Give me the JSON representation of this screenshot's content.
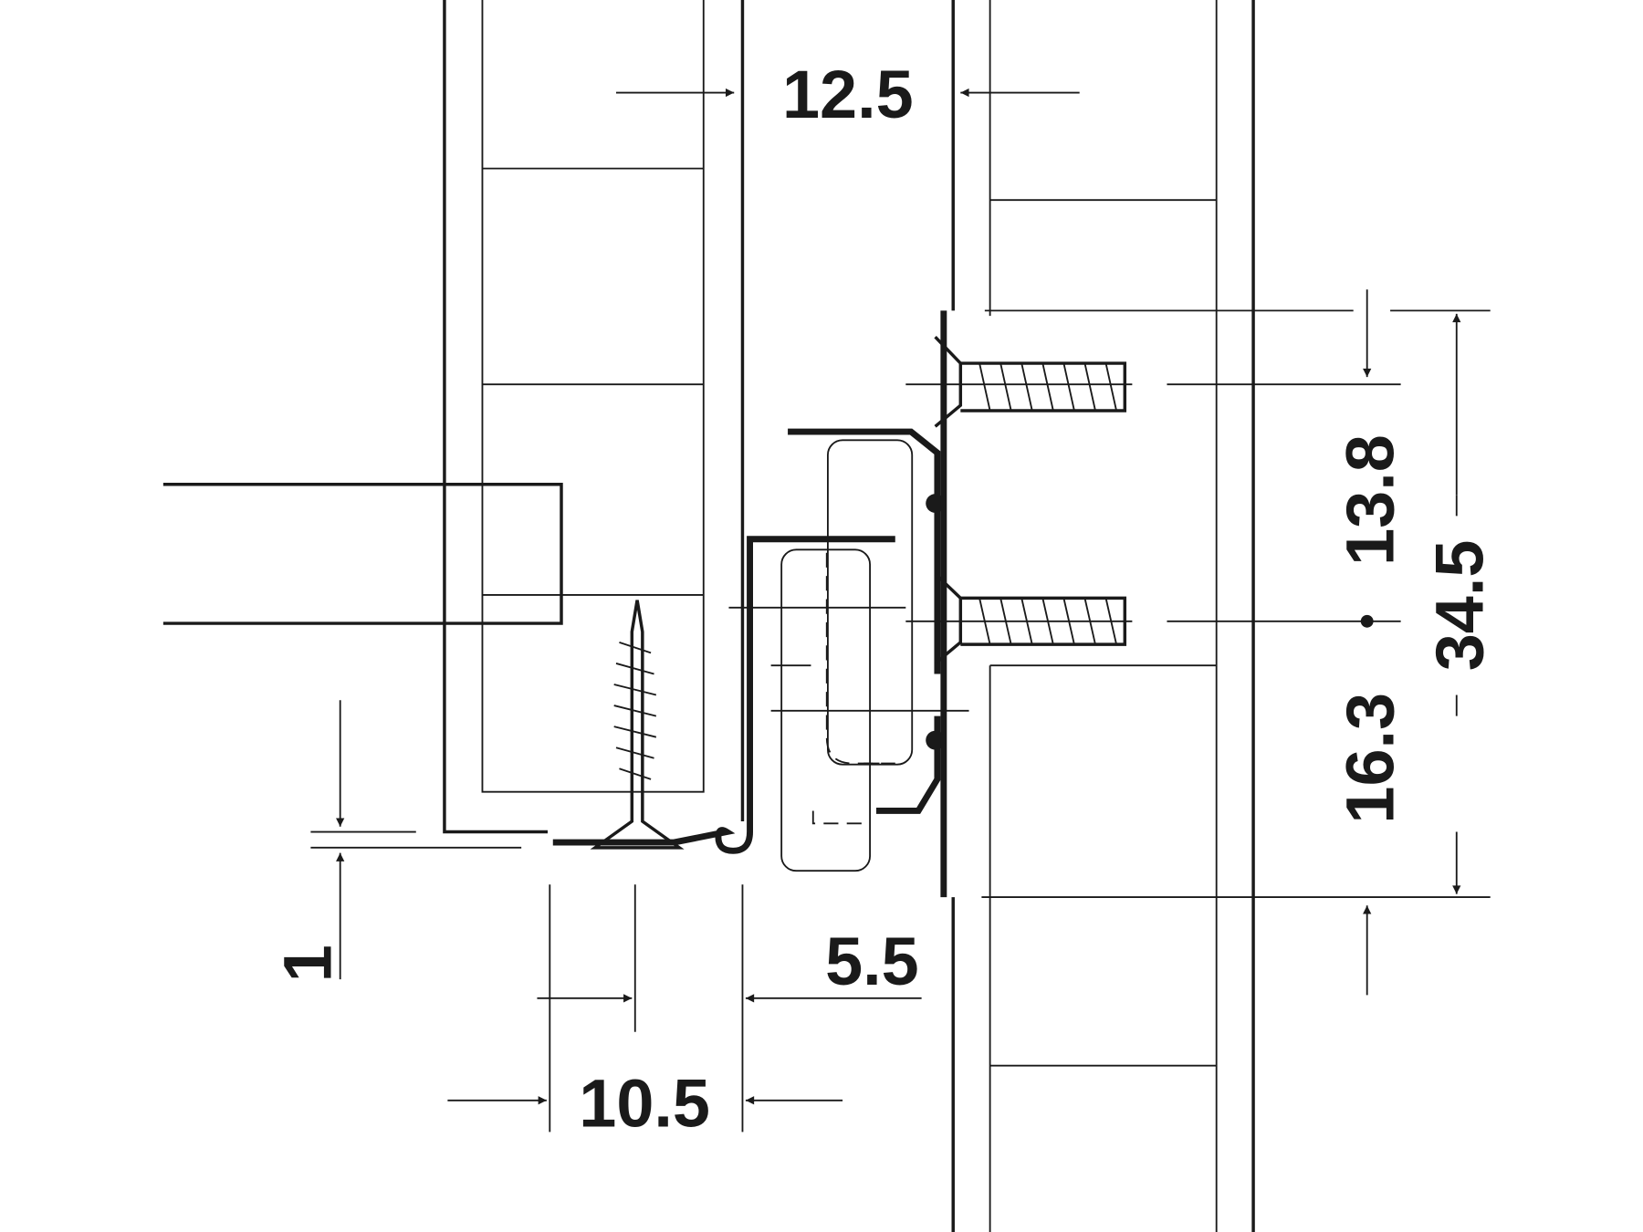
{
  "diagram": {
    "title": "Drawer runner installation cross-section",
    "dimensions": {
      "top_gap": "12.5",
      "upper_screw": "13.8",
      "lower_screw": "16.3",
      "total_height": "34.5",
      "bottom_offset": "1",
      "rail_offset": "5.5",
      "screw_offset": "10.5"
    },
    "colors": {
      "line": "#1a1a1a",
      "background": "#ffffff"
    }
  }
}
